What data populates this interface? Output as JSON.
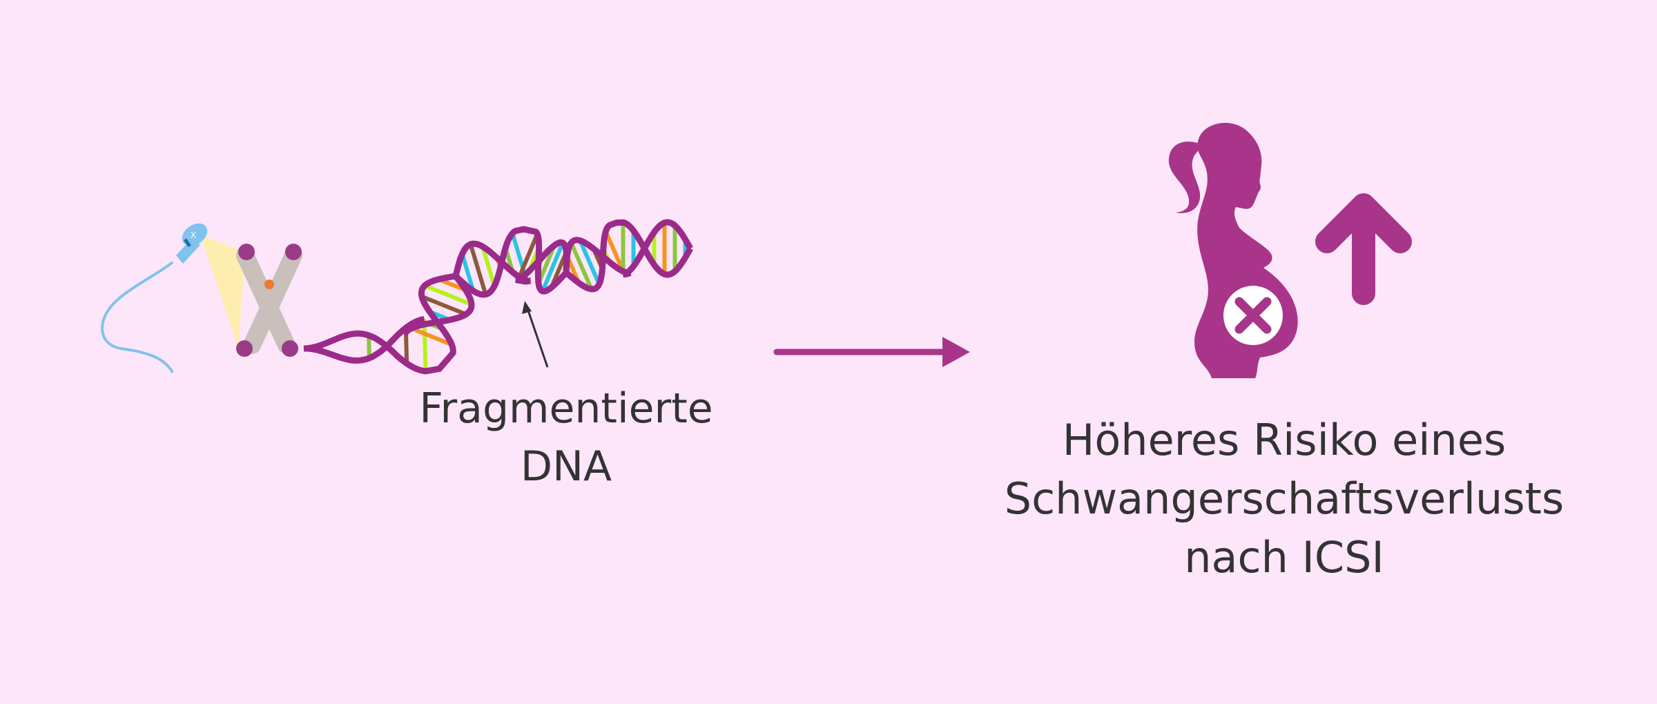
{
  "left": {
    "label_line1": "Fragmentierte",
    "label_line2": "DNA"
  },
  "right": {
    "label_line1": "Höheres Risiko eines",
    "label_line2": "Schwangerschaftsverlusts",
    "label_line3": "nach ICSI"
  },
  "colors": {
    "background": "#fee6fa",
    "accent": "#a8358a",
    "text": "#333333",
    "sperm": "#7fc3ee",
    "highlight": "#fdeeb0"
  },
  "icons": [
    "sperm-icon",
    "chromosome-icon",
    "dna-helix-icon",
    "pointer-arrow-icon",
    "right-arrow-icon",
    "pregnant-woman-icon",
    "cross-circle-icon",
    "up-arrow-icon"
  ]
}
